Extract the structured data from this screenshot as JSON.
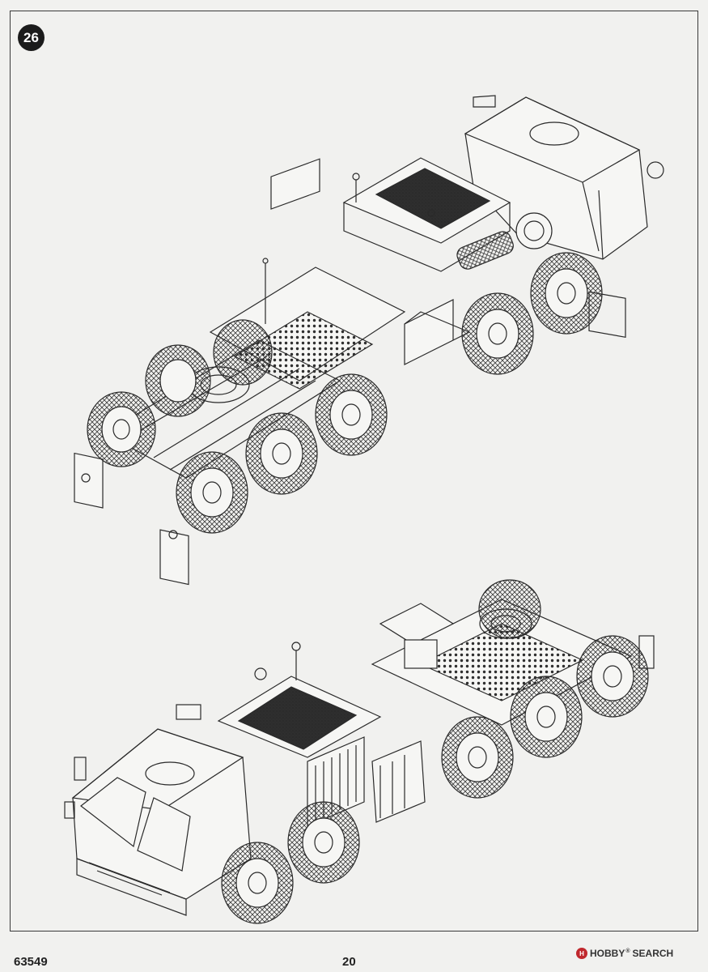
{
  "page": {
    "step_number": "26",
    "product_code": "63549",
    "page_number": "20"
  },
  "watermark": {
    "brand_left": "HOBBY",
    "brand_right": "SEARCH",
    "logo_letter": "H",
    "registered": "®"
  }
}
